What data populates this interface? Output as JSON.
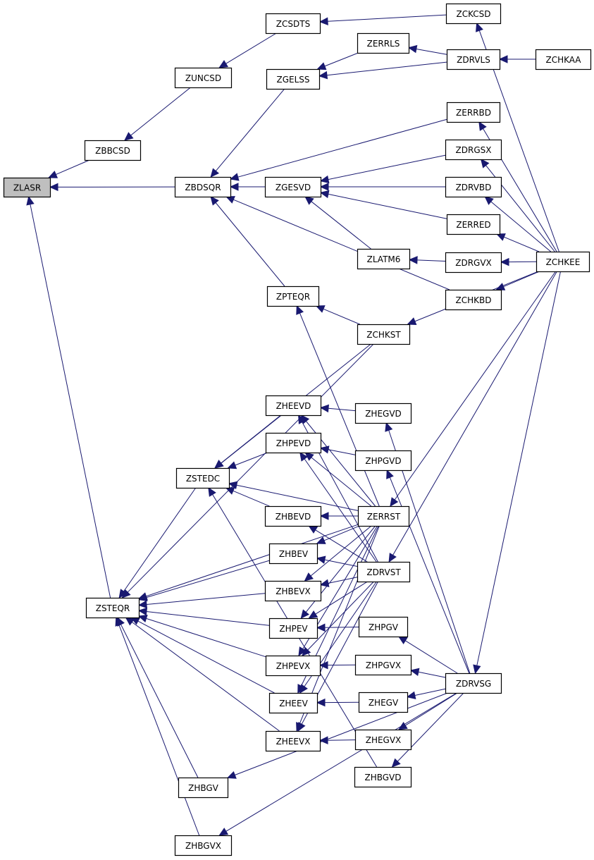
{
  "graph": {
    "type": "caller-graph",
    "root": "ZLASR",
    "colors": {
      "edge": "#191970",
      "root_fill": "#bfbfbf",
      "node_fill": "#ffffff",
      "border": "#000000"
    },
    "nodes": [
      {
        "id": "ZLASR",
        "label": "ZLASR",
        "root": true
      },
      {
        "id": "ZBBCSD",
        "label": "ZBBCSD"
      },
      {
        "id": "ZUNCSD",
        "label": "ZUNCSD"
      },
      {
        "id": "ZCSDTS",
        "label": "ZCSDTS"
      },
      {
        "id": "ZCKCSD",
        "label": "ZCKCSD"
      },
      {
        "id": "ZBDSQR",
        "label": "ZBDSQR"
      },
      {
        "id": "ZGELSS",
        "label": "ZGELSS"
      },
      {
        "id": "ZERRLS",
        "label": "ZERRLS"
      },
      {
        "id": "ZDRVLS",
        "label": "ZDRVLS"
      },
      {
        "id": "ZCHKAA",
        "label": "ZCHKAA"
      },
      {
        "id": "ZERRBD",
        "label": "ZERRBD"
      },
      {
        "id": "ZGESVD",
        "label": "ZGESVD"
      },
      {
        "id": "ZDRGSX",
        "label": "ZDRGSX"
      },
      {
        "id": "ZDRVBD",
        "label": "ZDRVBD"
      },
      {
        "id": "ZERRED",
        "label": "ZERRED"
      },
      {
        "id": "ZLATM6",
        "label": "ZLATM6"
      },
      {
        "id": "ZDRGVX",
        "label": "ZDRGVX"
      },
      {
        "id": "ZCHKEE",
        "label": "ZCHKEE"
      },
      {
        "id": "ZCHKBD",
        "label": "ZCHKBD"
      },
      {
        "id": "ZPTEQR",
        "label": "ZPTEQR"
      },
      {
        "id": "ZCHKST",
        "label": "ZCHKST"
      },
      {
        "id": "ZHEEVD",
        "label": "ZHEEVD"
      },
      {
        "id": "ZHEGVD",
        "label": "ZHEGVD"
      },
      {
        "id": "ZHPEVD",
        "label": "ZHPEVD"
      },
      {
        "id": "ZHPGVD",
        "label": "ZHPGVD"
      },
      {
        "id": "ZSTEDC",
        "label": "ZSTEDC"
      },
      {
        "id": "ZHBEVD",
        "label": "ZHBEVD"
      },
      {
        "id": "ZERRST",
        "label": "ZERRST"
      },
      {
        "id": "ZHBEV",
        "label": "ZHBEV"
      },
      {
        "id": "ZDRVST",
        "label": "ZDRVST"
      },
      {
        "id": "ZHBEVX",
        "label": "ZHBEVX"
      },
      {
        "id": "ZSTEQR",
        "label": "ZSTEQR"
      },
      {
        "id": "ZHPEV",
        "label": "ZHPEV"
      },
      {
        "id": "ZHPGV",
        "label": "ZHPGV"
      },
      {
        "id": "ZHPEVX",
        "label": "ZHPEVX"
      },
      {
        "id": "ZHPGVX",
        "label": "ZHPGVX"
      },
      {
        "id": "ZDRVSG",
        "label": "ZDRVSG"
      },
      {
        "id": "ZHEEV",
        "label": "ZHEEV"
      },
      {
        "id": "ZHEGV",
        "label": "ZHEGV"
      },
      {
        "id": "ZHEEVX",
        "label": "ZHEEVX"
      },
      {
        "id": "ZHEGVX",
        "label": "ZHEGVX"
      },
      {
        "id": "ZHBGVD",
        "label": "ZHBGVD"
      },
      {
        "id": "ZHBGV",
        "label": "ZHBGV"
      },
      {
        "id": "ZHBGVX",
        "label": "ZHBGVX"
      }
    ],
    "edges": [
      {
        "from": "ZBBCSD",
        "to": "ZLASR"
      },
      {
        "from": "ZBDSQR",
        "to": "ZLASR"
      },
      {
        "from": "ZSTEQR",
        "to": "ZLASR"
      },
      {
        "from": "ZUNCSD",
        "to": "ZBBCSD"
      },
      {
        "from": "ZCSDTS",
        "to": "ZUNCSD"
      },
      {
        "from": "ZCKCSD",
        "to": "ZCSDTS"
      },
      {
        "from": "ZCHKEE",
        "to": "ZCKCSD"
      },
      {
        "from": "ZGELSS",
        "to": "ZBDSQR"
      },
      {
        "from": "ZERRBD",
        "to": "ZBDSQR"
      },
      {
        "from": "ZGESVD",
        "to": "ZBDSQR"
      },
      {
        "from": "ZCHKBD",
        "to": "ZBDSQR"
      },
      {
        "from": "ZPTEQR",
        "to": "ZBDSQR"
      },
      {
        "from": "ZERRLS",
        "to": "ZGELSS"
      },
      {
        "from": "ZDRVLS",
        "to": "ZGELSS"
      },
      {
        "from": "ZDRVLS",
        "to": "ZERRLS"
      },
      {
        "from": "ZCHKAA",
        "to": "ZDRVLS"
      },
      {
        "from": "ZCHKEE",
        "to": "ZERRBD"
      },
      {
        "from": "ZDRGSX",
        "to": "ZGESVD"
      },
      {
        "from": "ZDRVBD",
        "to": "ZGESVD"
      },
      {
        "from": "ZERRED",
        "to": "ZGESVD"
      },
      {
        "from": "ZLATM6",
        "to": "ZGESVD"
      },
      {
        "from": "ZCHKEE",
        "to": "ZDRGSX"
      },
      {
        "from": "ZCHKEE",
        "to": "ZDRVBD"
      },
      {
        "from": "ZCHKEE",
        "to": "ZERRED"
      },
      {
        "from": "ZDRGVX",
        "to": "ZLATM6"
      },
      {
        "from": "ZCHKEE",
        "to": "ZDRGVX"
      },
      {
        "from": "ZCHKEE",
        "to": "ZCHKBD"
      },
      {
        "from": "ZCHKST",
        "to": "ZPTEQR"
      },
      {
        "from": "ZERRST",
        "to": "ZPTEQR"
      },
      {
        "from": "ZCHKEE",
        "to": "ZCHKST"
      },
      {
        "from": "ZCHKST",
        "to": "ZSTEQR"
      },
      {
        "from": "ZCHKST",
        "to": "ZSTEDC"
      },
      {
        "from": "ZCHKEE",
        "to": "ZERRST"
      },
      {
        "from": "ZCHKEE",
        "to": "ZDRVST"
      },
      {
        "from": "ZCHKEE",
        "to": "ZDRVSG"
      },
      {
        "from": "ZHEEVD",
        "to": "ZSTEDC"
      },
      {
        "from": "ZHPEVD",
        "to": "ZSTEDC"
      },
      {
        "from": "ZHBEVD",
        "to": "ZSTEDC"
      },
      {
        "from": "ZERRST",
        "to": "ZSTEDC"
      },
      {
        "from": "ZHBGVD",
        "to": "ZSTEDC"
      },
      {
        "from": "ZSTEDC",
        "to": "ZSTEQR"
      },
      {
        "from": "ZHEGVD",
        "to": "ZHEEVD"
      },
      {
        "from": "ZERRST",
        "to": "ZHEEVD"
      },
      {
        "from": "ZDRVST",
        "to": "ZHEEVD"
      },
      {
        "from": "ZHPGVD",
        "to": "ZHPEVD"
      },
      {
        "from": "ZERRST",
        "to": "ZHPEVD"
      },
      {
        "from": "ZDRVST",
        "to": "ZHPEVD"
      },
      {
        "from": "ZERRST",
        "to": "ZHBEVD"
      },
      {
        "from": "ZDRVST",
        "to": "ZHBEVD"
      },
      {
        "from": "ZERRST",
        "to": "ZHBEV"
      },
      {
        "from": "ZDRVST",
        "to": "ZHBEV"
      },
      {
        "from": "ZERRST",
        "to": "ZHBEVX"
      },
      {
        "from": "ZDRVST",
        "to": "ZHBEVX"
      },
      {
        "from": "ZERRST",
        "to": "ZHPEV"
      },
      {
        "from": "ZDRVST",
        "to": "ZHPEV"
      },
      {
        "from": "ZHPGV",
        "to": "ZHPEV"
      },
      {
        "from": "ZERRST",
        "to": "ZHPEVX"
      },
      {
        "from": "ZDRVST",
        "to": "ZHPEVX"
      },
      {
        "from": "ZHPGVX",
        "to": "ZHPEVX"
      },
      {
        "from": "ZERRST",
        "to": "ZHEEV"
      },
      {
        "from": "ZDRVST",
        "to": "ZHEEV"
      },
      {
        "from": "ZHEGV",
        "to": "ZHEEV"
      },
      {
        "from": "ZERRST",
        "to": "ZHEEVX"
      },
      {
        "from": "ZDRVST",
        "to": "ZHEEVX"
      },
      {
        "from": "ZHEGVX",
        "to": "ZHEEVX"
      },
      {
        "from": "ZERRST",
        "to": "ZSTEQR"
      },
      {
        "from": "ZHBEV",
        "to": "ZSTEQR"
      },
      {
        "from": "ZHBEVX",
        "to": "ZSTEQR"
      },
      {
        "from": "ZHPEV",
        "to": "ZSTEQR"
      },
      {
        "from": "ZHPEVX",
        "to": "ZSTEQR"
      },
      {
        "from": "ZHEEV",
        "to": "ZSTEQR"
      },
      {
        "from": "ZHEEVX",
        "to": "ZSTEQR"
      },
      {
        "from": "ZHBGV",
        "to": "ZSTEQR"
      },
      {
        "from": "ZHBGVX",
        "to": "ZSTEQR"
      },
      {
        "from": "ZDRVSG",
        "to": "ZHEGVD"
      },
      {
        "from": "ZDRVSG",
        "to": "ZHPGVD"
      },
      {
        "from": "ZDRVSG",
        "to": "ZHPGV"
      },
      {
        "from": "ZDRVSG",
        "to": "ZHPGVX"
      },
      {
        "from": "ZDRVSG",
        "to": "ZHEGV"
      },
      {
        "from": "ZDRVSG",
        "to": "ZHEGVX"
      },
      {
        "from": "ZDRVSG",
        "to": "ZHBGVD"
      },
      {
        "from": "ZDRVSG",
        "to": "ZHBGV"
      },
      {
        "from": "ZDRVSG",
        "to": "ZHBGVX"
      }
    ]
  }
}
